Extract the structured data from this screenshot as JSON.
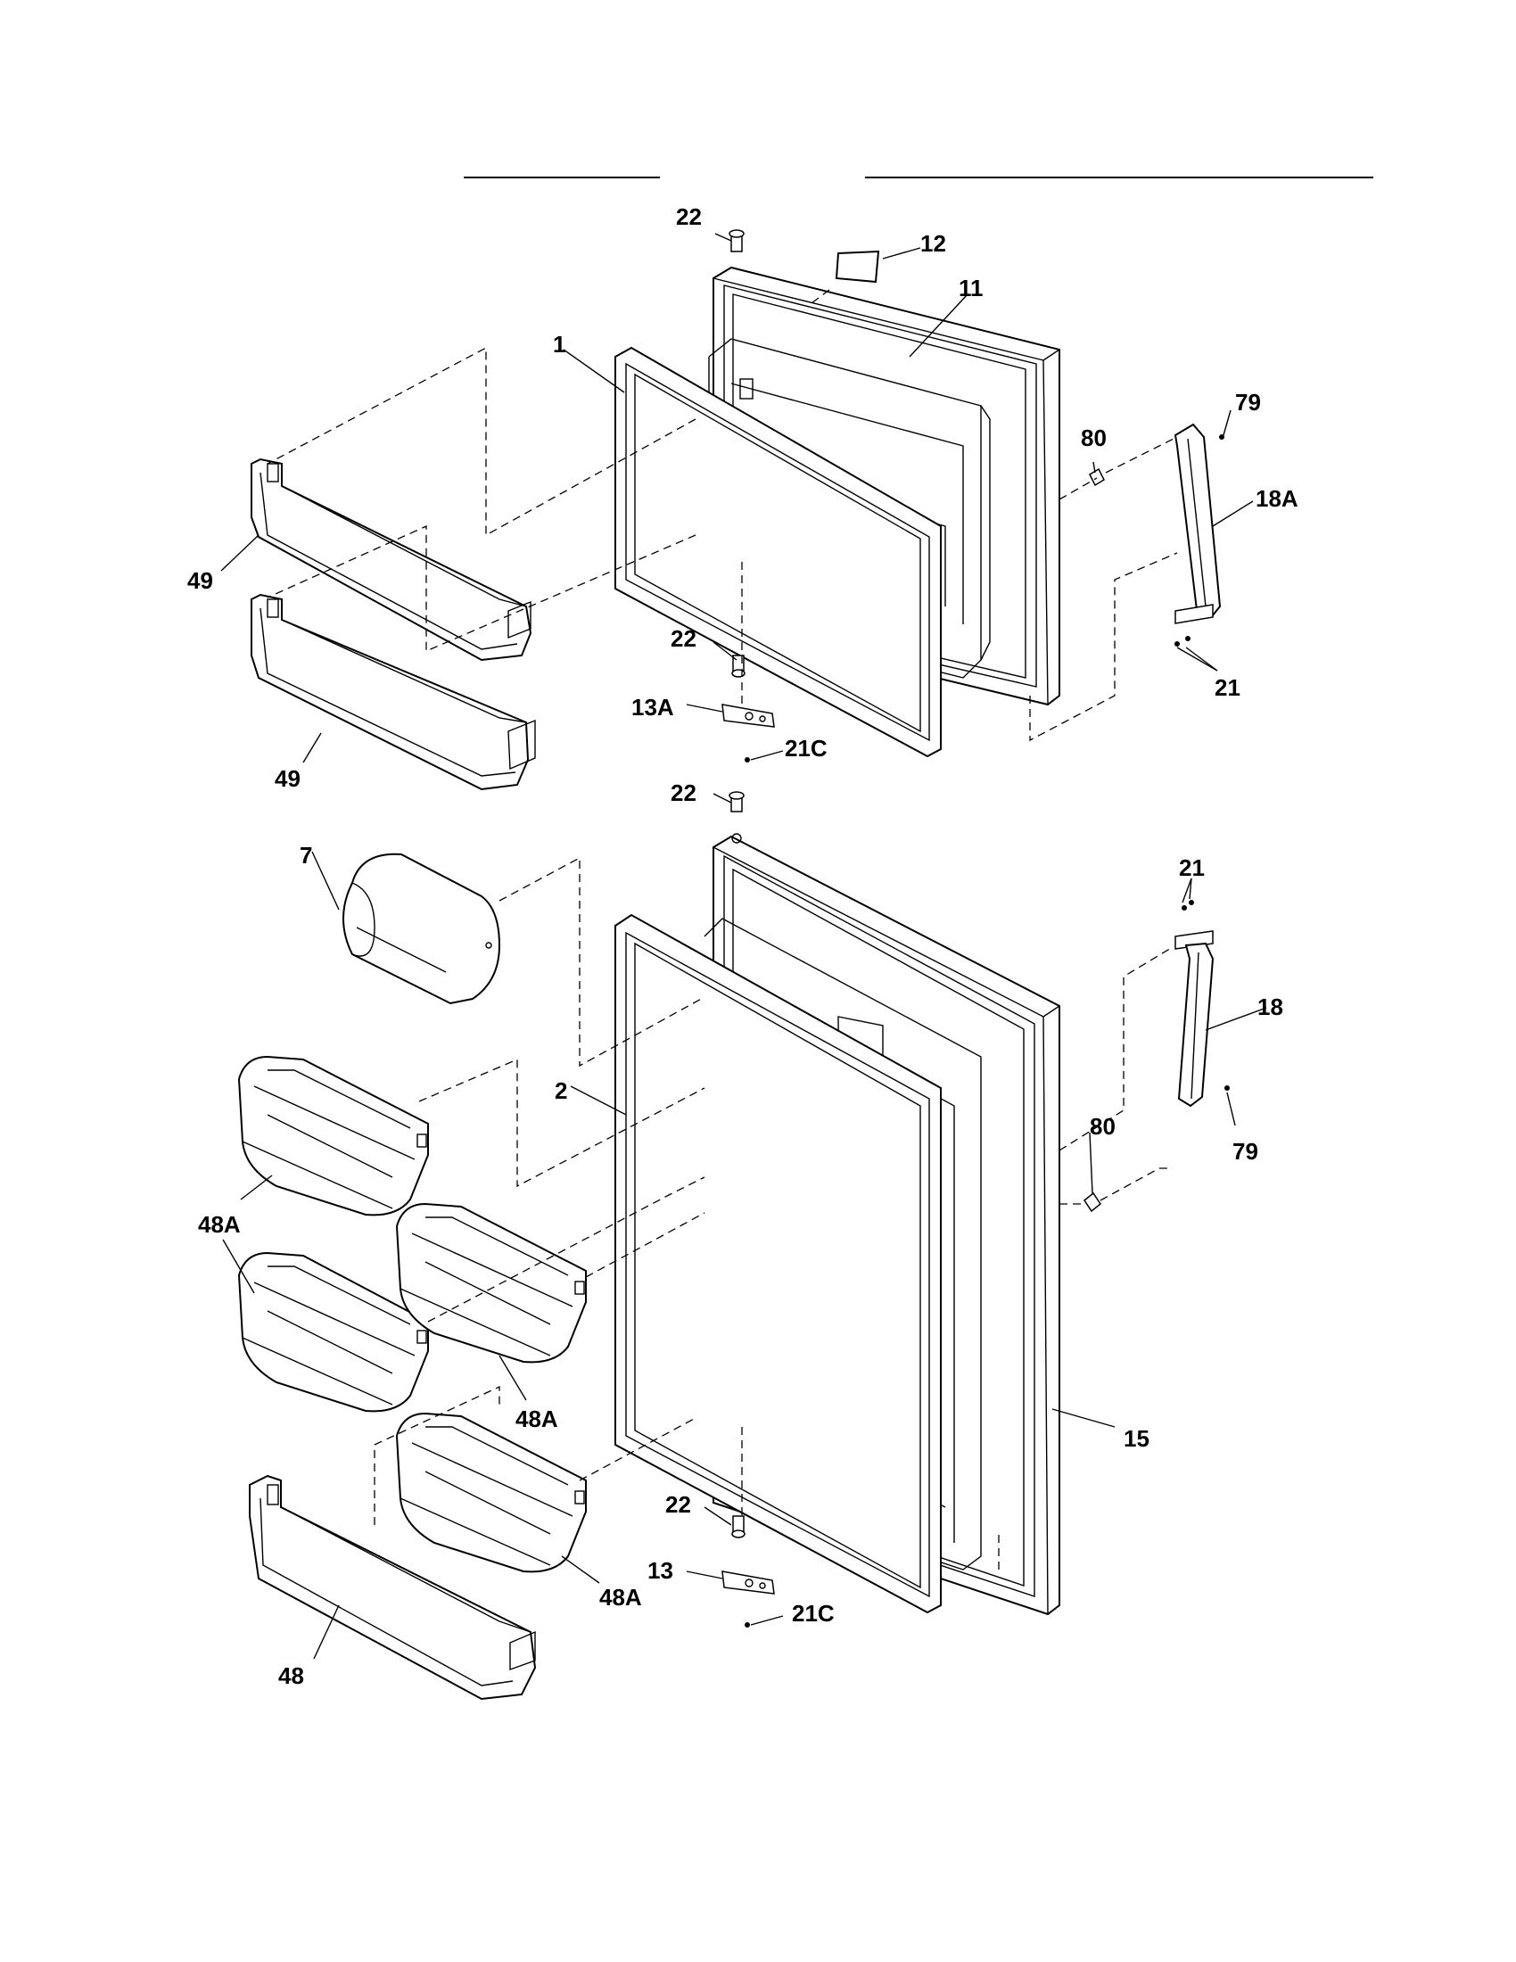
{
  "callouts": {
    "c22_top": "22",
    "c12": "12",
    "c11": "11",
    "c1": "1",
    "c79_top": "79",
    "c80_top": "80",
    "c18A": "18A",
    "c49_upper": "49",
    "c49_lower": "49",
    "c22_mid1": "22",
    "c13A": "13A",
    "c21C_top": "21C",
    "c21_top": "21",
    "c22_mid2": "22",
    "c7": "7",
    "c21_lower": "21",
    "c18": "18",
    "c2": "2",
    "c80_lower": "80",
    "c79_lower": "79",
    "c48A_left": "48A",
    "c48A_mid": "48A",
    "c15": "15",
    "c22_bottom": "22",
    "c13": "13",
    "c21C_bottom": "21C",
    "c48A_right": "48A",
    "c48": "48"
  }
}
